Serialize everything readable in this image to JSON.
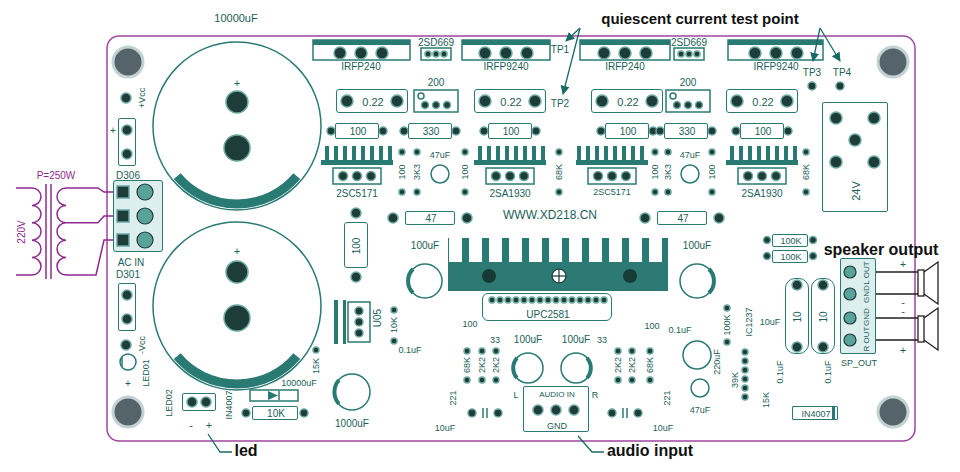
{
  "diagram": {
    "nodes": [
      {
        "text": [
          "0.22"
        ]
      },
      {
        "text": [
          "0.22"
        ]
      },
      {
        "text": [
          "0.22"
        ]
      },
      {
        "text": [
          "0.22"
        ]
      },
      {
        "text": [
          "24V"
        ]
      },
      {
        "text": [
          "D306"
        ]
      },
      {
        "text": [
          "100"
        ]
      },
      {
        "text": [
          "330"
        ]
      },
      {
        "text": [
          "100"
        ]
      },
      {
        "text": [
          "100"
        ]
      },
      {
        "text": [
          "330"
        ]
      },
      {
        "text": [
          "100"
        ]
      },
      {
        "text": [
          "AC IN"
        ]
      },
      {
        "text": [
          "47"
        ]
      },
      {
        "text": [
          "47"
        ]
      },
      {
        "text": [
          "100"
        ]
      },
      {
        "text": [
          "100K"
        ]
      },
      {
        "text": [
          "100K"
        ]
      },
      {
        "text": [
          "L OUT",
          "GND",
          "GND",
          "R OUT",
          "SP_OUT"
        ]
      },
      {
        "text": [
          "10"
        ]
      },
      {
        "text": [
          "10"
        ]
      },
      {
        "text": [
          "D301"
        ]
      },
      {
        "text": [
          "UPC2581"
        ]
      },
      {
        "text": [
          "AUDIO IN",
          "GND"
        ]
      },
      {
        "text": [
          "LED02",
          "-",
          "+"
        ]
      },
      {
        "text": [
          "10K"
        ]
      },
      {
        "text": [
          "IN4007"
        ]
      }
    ],
    "labels": [
      "quiescent current test point",
      "10000uF",
      "IRFP240",
      "2SD669",
      "IRFP9240",
      "TP1",
      "IRFP240",
      "2SD669",
      "IRFP9240",
      "TP3",
      "TP4",
      "+Vcc",
      "200",
      "200",
      "TP2",
      "P=250W",
      "100",
      "3K3",
      "47uF",
      "100",
      "68K",
      "100",
      "3K3",
      "47uF",
      "100",
      "68K",
      "2SC5171",
      "2SA1930",
      "2SC5171",
      "2SA1930",
      "WWW.XD218.CN",
      "220V",
      "100uF",
      "100uF",
      "speaker output",
      "U05",
      "10K",
      "0.1uF",
      "100",
      "100",
      "0.1uF",
      "100K",
      "IC1237",
      "10uF",
      "33",
      "100uF",
      "100uF",
      "33",
      "68K",
      "2K2",
      "2K2",
      "2K2",
      "2K2",
      "68K",
      "-Vcc",
      "LED01",
      "+",
      "220uF",
      "39K",
      "0.1uF",
      "0.1uF",
      "15K",
      "10000uF",
      "IN4007",
      "221",
      "L",
      "R",
      "221",
      "15K",
      "47uF",
      "1000uF",
      "10uF",
      "10uF",
      "led",
      "audio input",
      "+",
      "+",
      "+",
      "+",
      "-",
      "-",
      "+"
    ]
  }
}
